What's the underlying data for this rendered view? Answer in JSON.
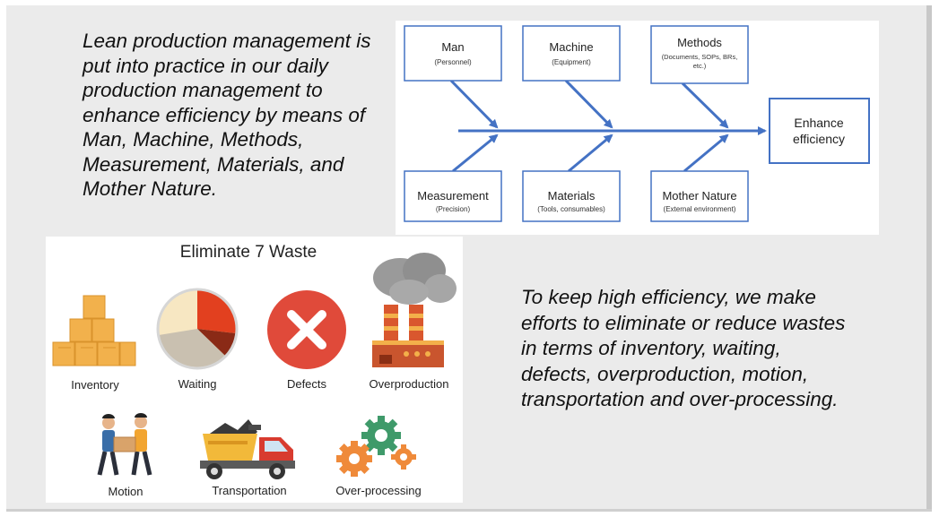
{
  "intro": {
    "text": "Lean production management is put into practice in our daily production management to enhance efficiency by means of Man, Machine, Methods, Measurement, Materials, and Mother Nature."
  },
  "fishbone": {
    "causes_top": [
      {
        "name": "Man",
        "detail": "(Personnel)"
      },
      {
        "name": "Machine",
        "detail": "(Equipment)"
      },
      {
        "name": "Methods",
        "detail": "(Documents, SOPs, BRs,",
        "detail2": "etc.)"
      }
    ],
    "causes_bottom": [
      {
        "name": "Measurement",
        "detail": "(Precision)"
      },
      {
        "name": "Materials",
        "detail": "(Tools, consumables)"
      },
      {
        "name": "Mother Nature",
        "detail": "(External environment)"
      }
    ],
    "effect_line1": "Enhance",
    "effect_line2": "efficiency",
    "colors": {
      "box_border": "#4472c4",
      "arrow": "#4472c4"
    }
  },
  "waste": {
    "title": "Eliminate 7 Waste",
    "items": [
      {
        "label": "Inventory",
        "icon": "boxes-icon"
      },
      {
        "label": "Waiting",
        "icon": "clock-icon"
      },
      {
        "label": "Defects",
        "icon": "x-circle-icon"
      },
      {
        "label": "Overproduction",
        "icon": "factory-icon"
      },
      {
        "label": "Motion",
        "icon": "people-carrying-box-icon"
      },
      {
        "label": "Transportation",
        "icon": "truck-icon"
      },
      {
        "label": "Over-processing",
        "icon": "gears-icon"
      }
    ],
    "colors": {
      "box": "#f2b14c",
      "defect": "#e04a3a",
      "smoke": "#9a9a9a",
      "gear_green": "#3f9a6a",
      "gear_orange": "#ef8a3a"
    }
  },
  "waste_summary": {
    "text": "To keep high efficiency, we make efforts to eliminate or reduce wastes in terms of inventory, waiting, defects, overproduction, motion, transportation and over-processing."
  }
}
